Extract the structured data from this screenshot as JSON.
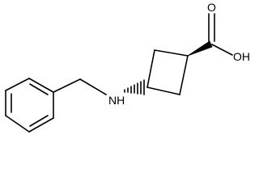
{
  "molecule": {
    "atom_labels": {
      "carbonyl_oxygen": "O",
      "hydroxyl": "OH",
      "amine": "NH"
    }
  }
}
